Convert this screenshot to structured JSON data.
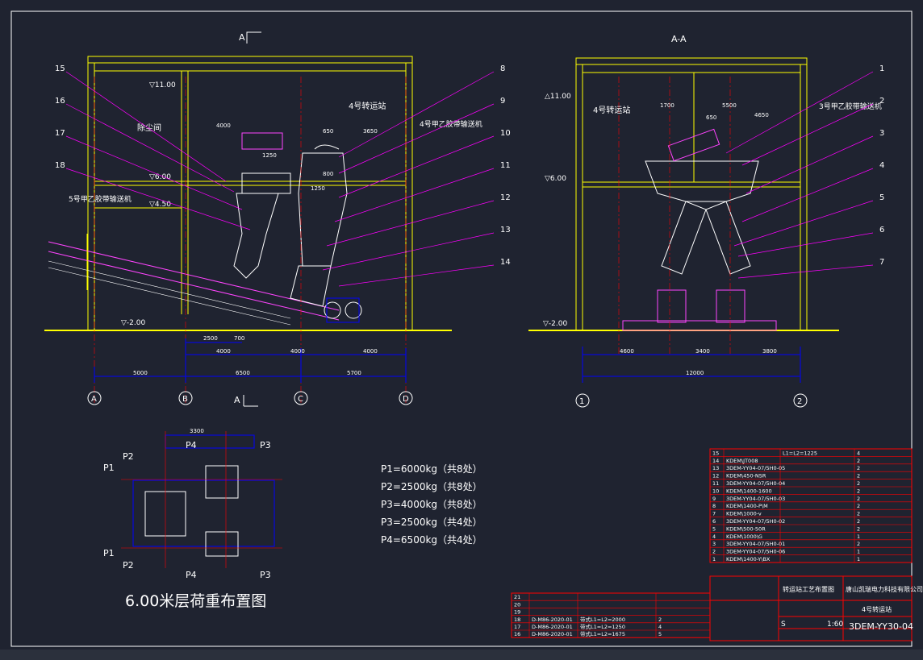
{
  "colors": {
    "background": "#1f2330",
    "wall": "#ffff00",
    "dimension": "#0000ff",
    "leader": "#ff00ff",
    "centerline": "#ff0000",
    "text": "#ffffff",
    "table_border": "#ff0000",
    "equipment": "#00ffff"
  },
  "left_view": {
    "section_mark_top": "A",
    "section_mark_bottom": "A",
    "elevations": [
      "▽11.00",
      "▽6.00",
      "▽4.50",
      "▽-2.00"
    ],
    "room_labels": [
      "除尘间",
      "4号转运站",
      "4号甲乙胶带输送机",
      "5号甲乙胶带输送机"
    ],
    "callouts": [
      "15",
      "16",
      "17",
      "18",
      "8",
      "9",
      "10",
      "11",
      "12",
      "13",
      "14"
    ],
    "dims_row1": [
      "2500",
      "700"
    ],
    "dims_row2": [
      "4000",
      "4000",
      "4000"
    ],
    "dims_row3": [
      "5000",
      "6500",
      "5700"
    ],
    "axes": [
      "A",
      "B",
      "C",
      "D"
    ],
    "small_dims": [
      "4000",
      "1250",
      "650",
      "3650",
      "1250",
      "800"
    ]
  },
  "right_view": {
    "title": "A-A",
    "elevations": [
      "△11.00",
      "▽6.00",
      "▽-2.00"
    ],
    "room_labels": [
      "4号转运站",
      "3号甲乙胶带输送机"
    ],
    "callouts": [
      "1",
      "2",
      "3",
      "4",
      "5",
      "6",
      "7"
    ],
    "dims_row1": [
      "4600",
      "3400",
      "3800"
    ],
    "dims_row2": [
      "12000"
    ],
    "axes": [
      "1",
      "2"
    ],
    "small_dims": [
      "1700",
      "5500",
      "650",
      "4650"
    ]
  },
  "load_plan": {
    "title": "6.00米层荷重布置图",
    "labels": [
      "P1",
      "P2",
      "P4",
      "P3",
      "P1",
      "P2",
      "P4",
      "P3"
    ],
    "top_dim": "3300",
    "loads": [
      "P1=6000kg（共8处）",
      "P2=2500kg（共8处）",
      "P3=4000kg（共8处）",
      "P3=2500kg（共4处）",
      "P4=6500kg（共4处）"
    ]
  },
  "parts_list": {
    "rows": [
      {
        "no": "15",
        "code": "",
        "name": "L1=L2=1225",
        "qty": "4"
      },
      {
        "no": "14",
        "code": "KDEM\\JT008",
        "name": "",
        "qty": "2"
      },
      {
        "no": "13",
        "code": "3DEM-YY04-07/5H0-05",
        "name": "",
        "qty": "2"
      },
      {
        "no": "12",
        "code": "KDEM\\450-NSR",
        "name": "",
        "qty": "2"
      },
      {
        "no": "11",
        "code": "3DEM-YY04-07/5H0-04",
        "name": "",
        "qty": "2"
      },
      {
        "no": "10",
        "code": "KDEM\\1400-1600",
        "name": "",
        "qty": "2"
      },
      {
        "no": "9",
        "code": "3DEM-YY04-07/5H0-03",
        "name": "",
        "qty": "2"
      },
      {
        "no": "8",
        "code": "KDEM\\1400-P\\M",
        "name": "",
        "qty": "2"
      },
      {
        "no": "7",
        "code": "KDEM\\1000-v",
        "name": "",
        "qty": "2"
      },
      {
        "no": "6",
        "code": "3DEM-YY04-07/5H0-02",
        "name": "",
        "qty": "2"
      },
      {
        "no": "5",
        "code": "KDEM\\500-50R",
        "name": "",
        "qty": "2"
      },
      {
        "no": "4",
        "code": "KDEM\\1000\\G",
        "name": "",
        "qty": "1"
      },
      {
        "no": "3",
        "code": "3DEM-YY04-07/5H0-01",
        "name": "",
        "qty": "2"
      },
      {
        "no": "2",
        "code": "3DEM-YY04-07/5H0-06",
        "name": "",
        "qty": "1"
      },
      {
        "no": "1",
        "code": "KDEM\\1400-Y\\BX",
        "name": "",
        "qty": "1"
      }
    ],
    "lower_rows": [
      {
        "no": "21",
        "code": "",
        "name": "",
        "qty": ""
      },
      {
        "no": "20",
        "code": "",
        "name": "",
        "qty": ""
      },
      {
        "no": "19",
        "code": "",
        "name": "",
        "qty": ""
      },
      {
        "no": "18",
        "code": "D-M86-2020-01",
        "name": "带式L1=L2=2000",
        "qty": "2"
      },
      {
        "no": "17",
        "code": "D-M86-2020-01",
        "name": "带式L1=L2=1250",
        "qty": "4"
      },
      {
        "no": "16",
        "code": "D-M86-2020-01",
        "name": "带式L1=L2=1675",
        "qty": "5"
      }
    ]
  },
  "title_block": {
    "company": "唐山凯瑞电力科技有限公司",
    "project": "转运站工艺布置图",
    "drawing_name": "4号转运站",
    "scale_label": "S",
    "scale": "1:60",
    "drawing_no": "3DEM-YY30-04"
  }
}
